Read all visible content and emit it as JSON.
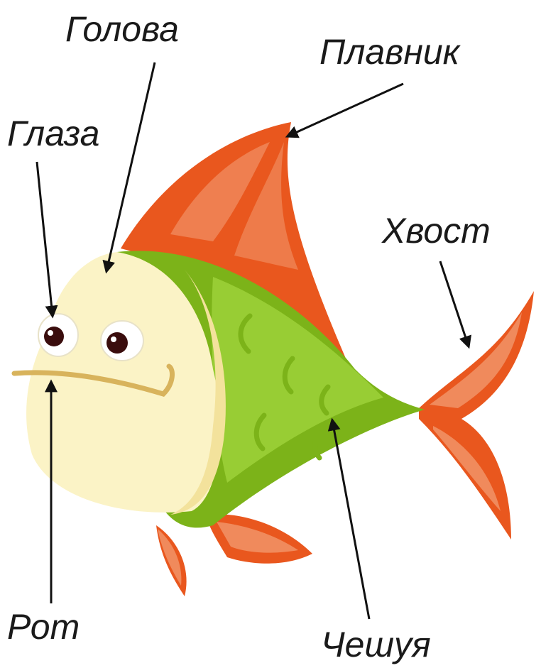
{
  "labels": {
    "head": "Голова",
    "fin": "Плавник",
    "eyes": "Глаза",
    "tail": "Хвост",
    "mouth": "Рот",
    "scales": "Чешуя"
  },
  "colors": {
    "fin_orange": "#e9571e",
    "fin_light": "#f08a5c",
    "body_green": "#7cb319",
    "body_light": "#9ed13a",
    "head_cream": "#fbf3c6",
    "head_shadow": "#f3e29c",
    "mouth_line": "#d8b35c",
    "eye_pupil": "#3a0d0d",
    "arrow": "#111111"
  }
}
